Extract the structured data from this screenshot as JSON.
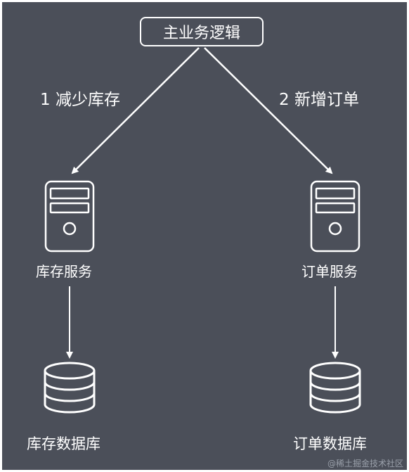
{
  "title": "主业务逻辑",
  "edges": {
    "left_label": "1 减少库存",
    "right_label": "2 新增订单"
  },
  "services": [
    {
      "label": "库存服务",
      "icon": "server-icon"
    },
    {
      "label": "订单服务",
      "icon": "server-icon"
    }
  ],
  "databases": [
    {
      "label": "库存数据库",
      "icon": "database-icon"
    },
    {
      "label": "订单数据库",
      "icon": "database-icon"
    }
  ],
  "watermark": "@稀土掘金技术社区",
  "colors": {
    "background": "#4b4f59",
    "foreground": "#ffffff"
  }
}
